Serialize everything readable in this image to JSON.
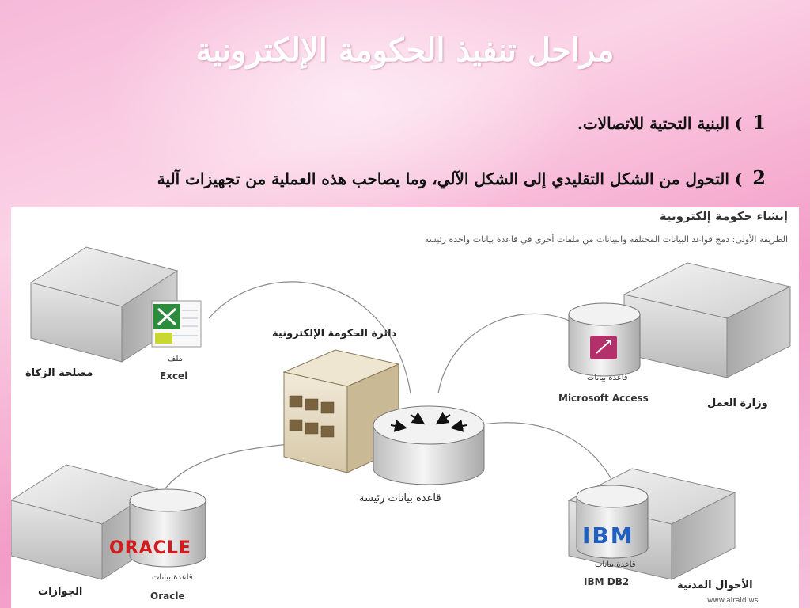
{
  "slide": {
    "title": "مراحل تنفيذ الحكومة الإلكترونية",
    "bullets": [
      {
        "number": "1",
        "text": ") البنية التحتية للاتصالات."
      },
      {
        "number": "2",
        "text": ") التحول من الشكل التقليدي إلى الشكل الآلي، وما يصاحب هذه العملية من تجهيزات آلية"
      }
    ]
  },
  "diagram": {
    "title": "إنشاء حكومة إلكترونية",
    "subtitle": "الطريقة الأولى: دمج قواعد البيانات المختلفة والبيانات من ملفات أخرى في قاعدة بيانات واحدة رئيسة",
    "center": {
      "building_label": "دائرة الحكومة الإلكترونية",
      "db_label": "قاعدة بيانات رئيسة"
    },
    "nodes": [
      {
        "agency": "مصلحة الزكاة",
        "file_label": "ملف",
        "file_type": "Excel",
        "icon": "excel-icon"
      },
      {
        "agency": "وزارة العمل",
        "db_caption": "قاعدة بيانات",
        "db_type": "Microsoft Access",
        "icon": "access-icon"
      },
      {
        "agency": "الجوازات",
        "db_caption": "قاعدة بيانات",
        "db_type": "Oracle",
        "logo_text": "ORACLE",
        "icon": "oracle-logo"
      },
      {
        "agency": "الأحوال المدنية",
        "db_caption": "قاعدة بيانات",
        "db_type": "IBM DB2",
        "logo_text": "IBM",
        "icon": "ibm-logo"
      }
    ],
    "watermark": "www.alraid.ws"
  }
}
